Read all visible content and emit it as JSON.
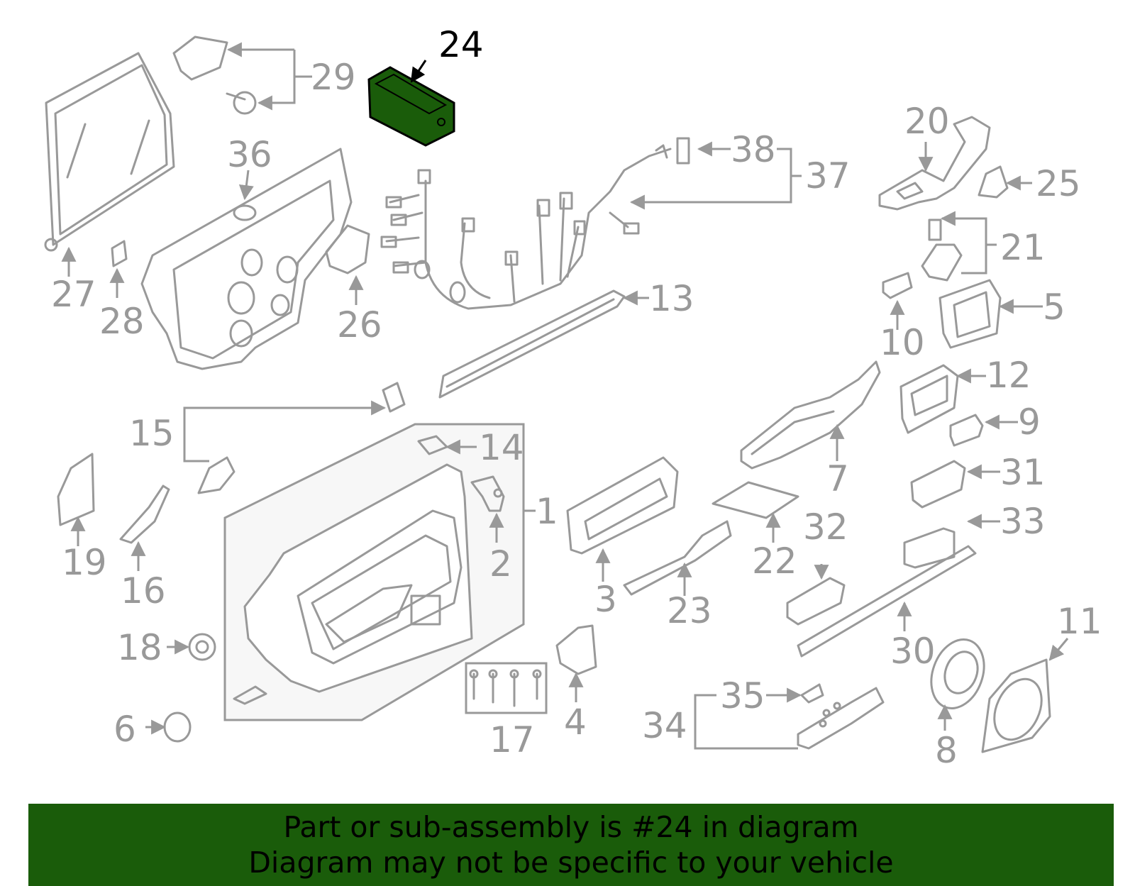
{
  "diagram": {
    "highlight_color": "#1a5c0a",
    "label_color": "#999999",
    "highlighted_part": "24",
    "labels": [
      "24",
      "29",
      "36",
      "27",
      "28",
      "26",
      "38",
      "37",
      "13",
      "20",
      "25",
      "21",
      "5",
      "10",
      "12",
      "9",
      "15",
      "14",
      "1",
      "2",
      "19",
      "16",
      "7",
      "31",
      "33",
      "3",
      "22",
      "32",
      "23",
      "30",
      "18",
      "17",
      "4",
      "35",
      "34",
      "11",
      "8",
      "6"
    ]
  },
  "banner": {
    "line1": "Part or sub-assembly is #24 in diagram",
    "line2": "Diagram may not be specific to your vehicle",
    "background": "#1a5c0a"
  }
}
